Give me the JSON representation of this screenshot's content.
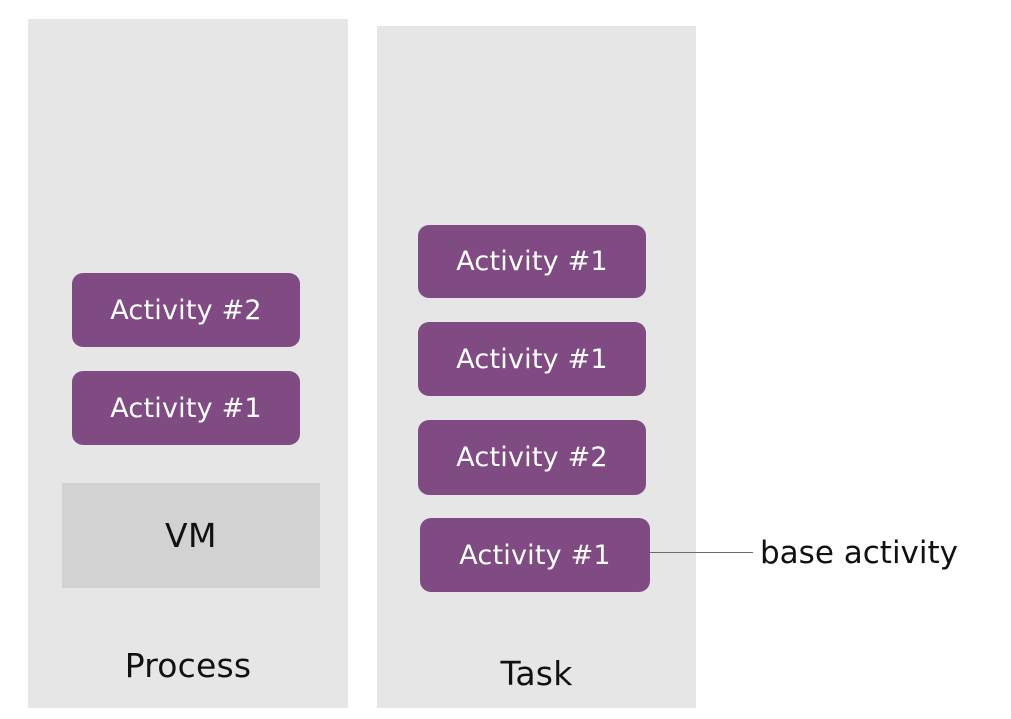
{
  "diagram": {
    "title_text": "",
    "colors": {
      "panel_background": "#E6E6E6",
      "activity_fill": "#7F4B82",
      "activity_text": "#FFFFFF",
      "vm_fill": "#D2D2D2",
      "label_text": "#111111",
      "leader_line": "#6B6B6B",
      "canvas_background": "#FFFFFF"
    },
    "panels": [
      {
        "id": "process",
        "label": "Process",
        "activities": [
          {
            "label": "Activity #2"
          },
          {
            "label": "Activity #1"
          }
        ],
        "vm": {
          "label": "VM"
        }
      },
      {
        "id": "task",
        "label": "Task",
        "activities": [
          {
            "label": "Activity #1"
          },
          {
            "label": "Activity #1"
          },
          {
            "label": "Activity #2"
          },
          {
            "label": "Activity #1"
          }
        ]
      }
    ],
    "callout": {
      "label": "base activity",
      "points_to": "Activity #1"
    }
  }
}
